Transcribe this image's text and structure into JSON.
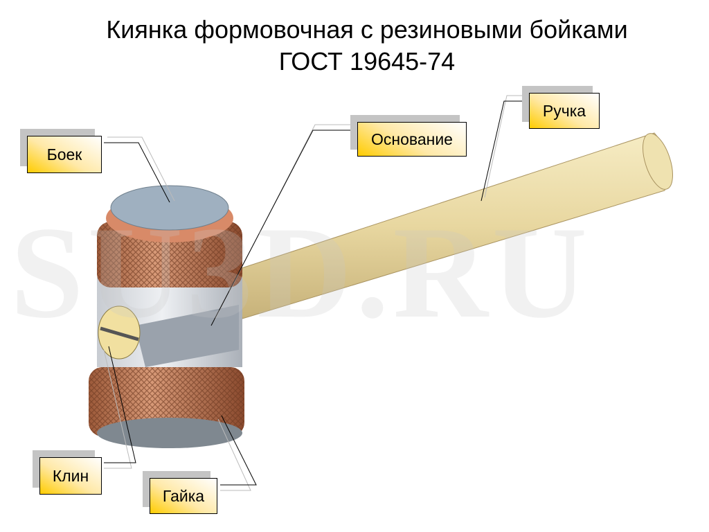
{
  "title": {
    "line1": "Киянка формовочная с резиновыми бойками",
    "line2": "ГОСТ 19645-74"
  },
  "watermark": "SU3D.RU",
  "labels": {
    "boek": "Боек",
    "osnovanie": "Основание",
    "ruchka": "Ручка",
    "klin": "Клин",
    "gaika": "Гайка"
  }
}
